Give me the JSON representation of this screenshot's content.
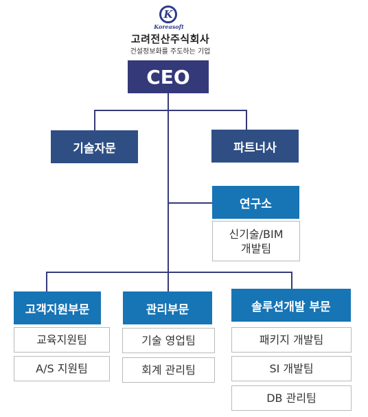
{
  "header": {
    "logo_mark": "K",
    "logo_text": "Koreasoft",
    "company_name": "고려전산주식회사",
    "slogan": "건설정보화를 주도하는 기업"
  },
  "ceo": "CEO",
  "advisory": "기술자문",
  "partner": "파트너사",
  "lab": {
    "title": "연구소",
    "teams": [
      "신기술/BIM\n개발팀"
    ]
  },
  "divisions": [
    {
      "title": "고객지원부문",
      "teams": [
        "교육지원팀",
        "A/S 지원팀"
      ]
    },
    {
      "title": "관리부문",
      "teams": [
        "기술 영업팀",
        "회계 관리팀"
      ]
    },
    {
      "title": "솔루션개발 부문",
      "teams": [
        "패키지 개발팀",
        "SI 개발팀",
        "DB 관리팀"
      ]
    }
  ]
}
